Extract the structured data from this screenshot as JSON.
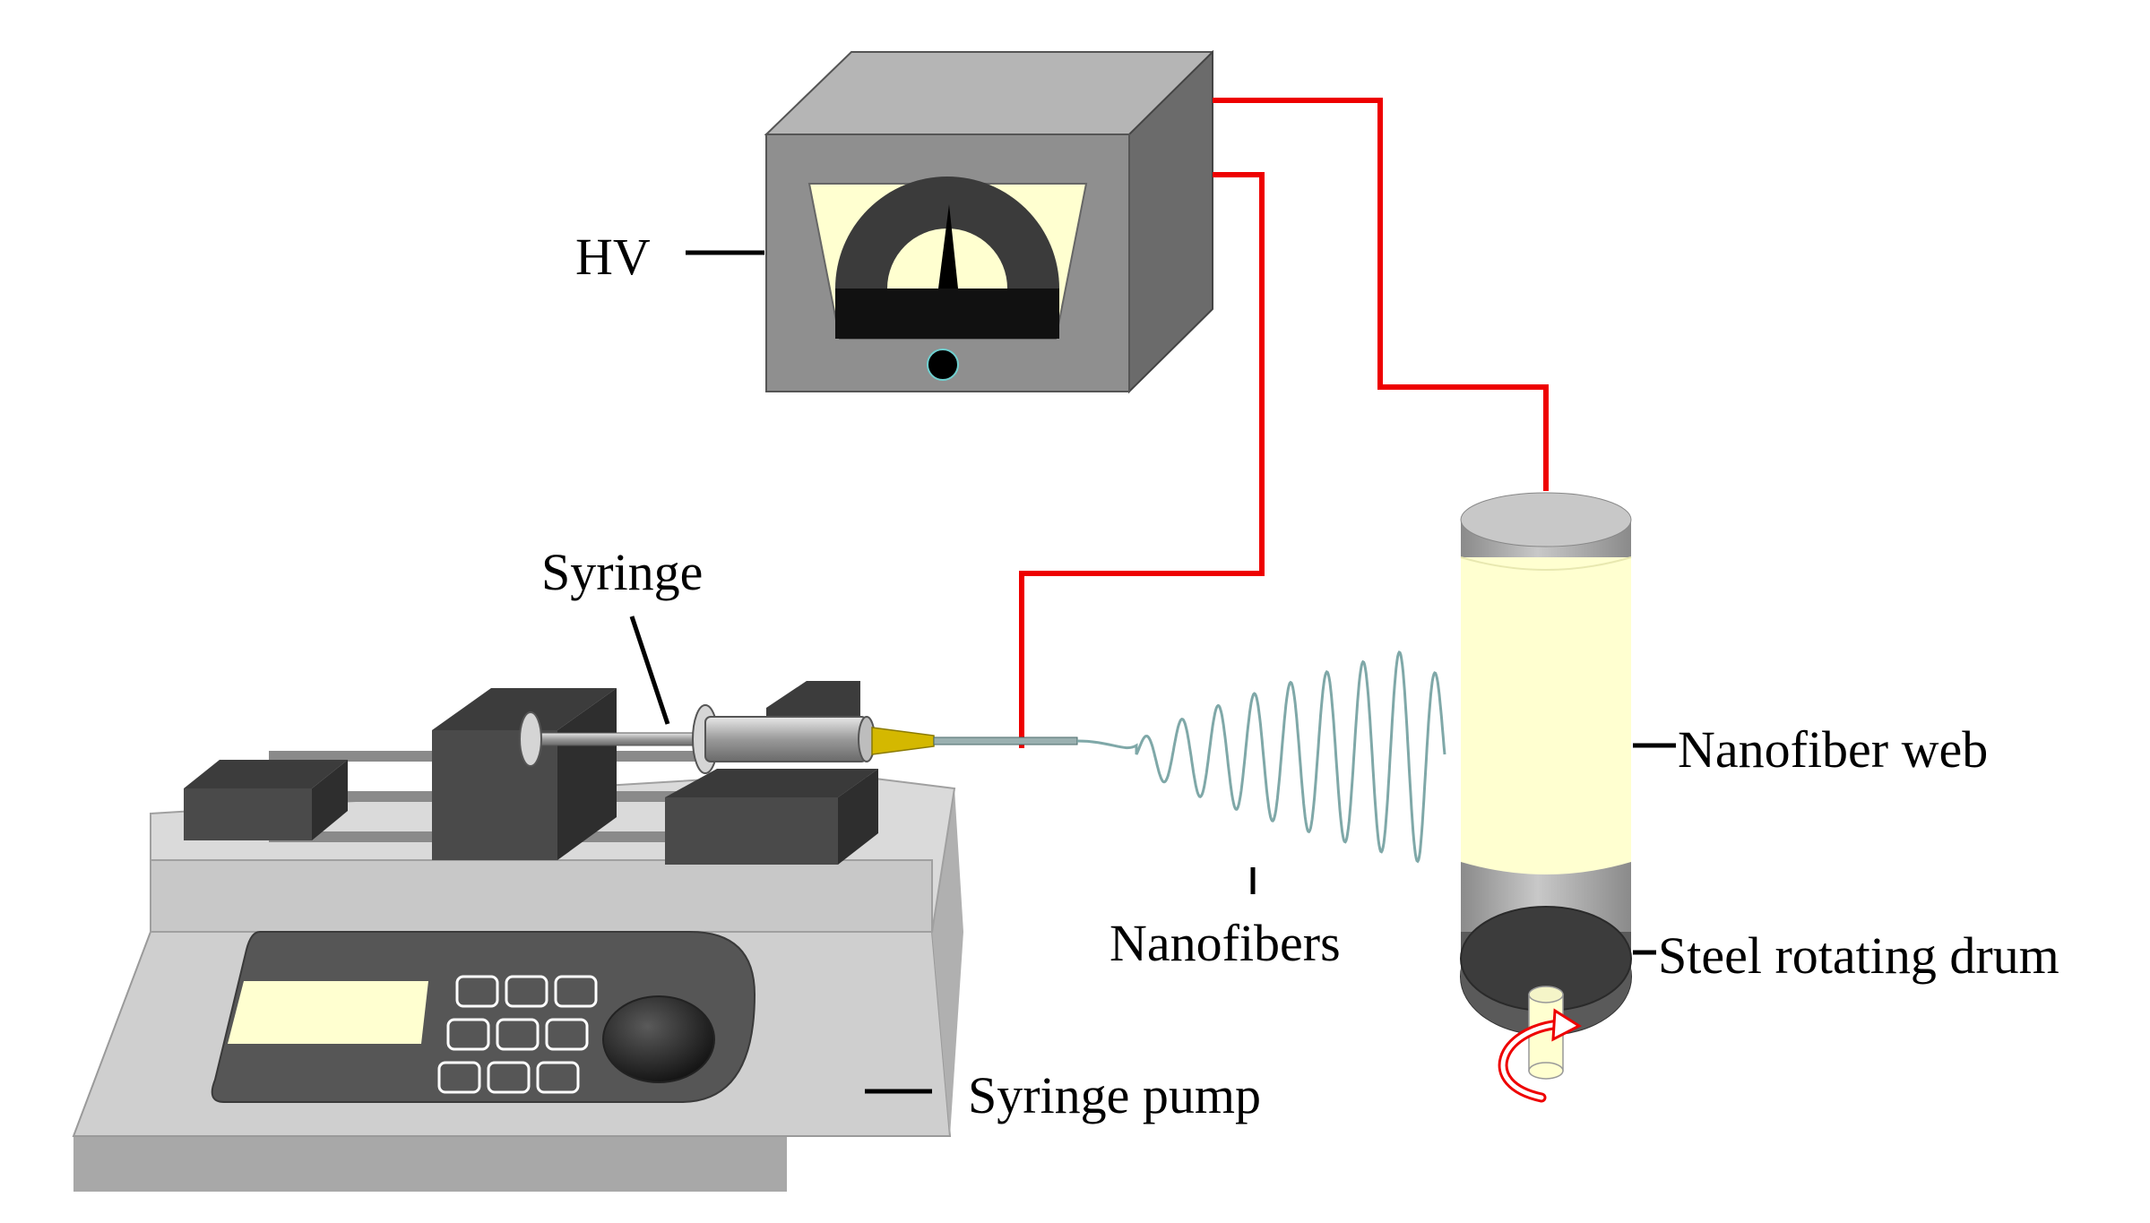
{
  "labels": {
    "hv": "HV",
    "syringe": "Syringe",
    "nanofiber_web": "Nanofiber web",
    "nanofibers": "Nanofibers",
    "steel_drum": "Steel rotating drum",
    "syringe_pump": "Syringe pump"
  },
  "colors": {
    "wire": "#ee0000",
    "cream": "#ffffd0",
    "fiber": "#7fa8a8",
    "box_front": "#8f8f8f",
    "box_top": "#b5b5b5",
    "box_side": "#6b6b6b",
    "pump_body": "#cfcfcf",
    "dark_part": "#4a4a4a",
    "needle_tip": "#d4b800"
  },
  "icons": {
    "rotation": "curved-rotation-arrow-icon"
  }
}
